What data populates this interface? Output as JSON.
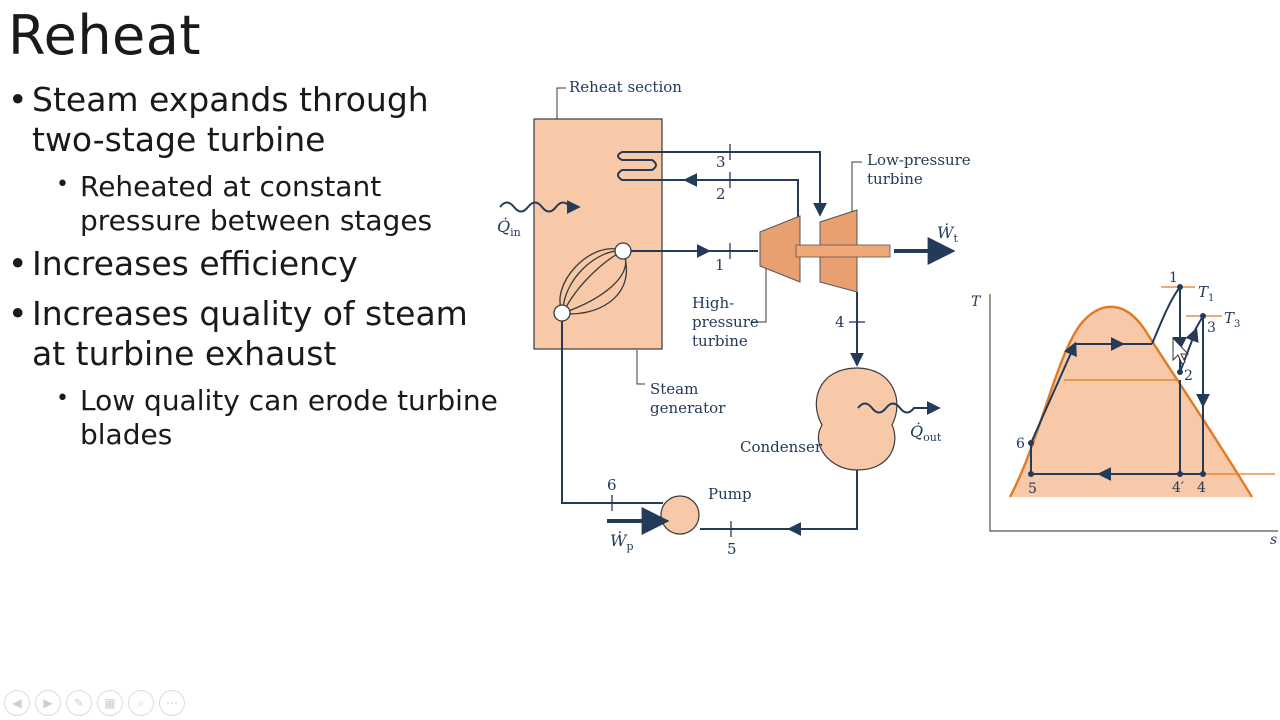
{
  "slide": {
    "title": "Reheat",
    "bullets": [
      {
        "text": "Steam expands through two-stage turbine",
        "sub": [
          "Reheated at constant pressure between stages"
        ]
      },
      {
        "text": "Increases efficiency",
        "sub": []
      },
      {
        "text": "Increases quality of steam at turbine exhaust",
        "sub": [
          "Low quality can erode turbine blades"
        ]
      }
    ]
  },
  "schematic": {
    "reheat_section": "Reheat section",
    "steam_generator": [
      "Steam",
      "generator"
    ],
    "hp_turbine": [
      "High-",
      "pressure",
      "turbine"
    ],
    "lp_turbine": [
      "Low-pressure",
      "turbine"
    ],
    "condenser": "Condenser",
    "pump": "Pump",
    "q_in": "Q̇",
    "q_in_sub": "in",
    "q_out": "Q̇",
    "q_out_sub": "out",
    "w_t": "Ẇ",
    "w_t_sub": "t",
    "w_p": "Ẇ",
    "w_p_sub": "p",
    "states": [
      "1",
      "2",
      "3",
      "4",
      "5",
      "6"
    ]
  },
  "ts_diagram": {
    "axis_t": "T",
    "axis_s": "s",
    "t1": "T",
    "t1_sub": "1",
    "t3": "T",
    "t3_sub": "3",
    "points": [
      "1",
      "2",
      "3",
      "4",
      "4′",
      "5",
      "6"
    ]
  },
  "colors": {
    "fill": "#f8c9a8",
    "stroke": "#233a58",
    "dome": "#e07b25"
  },
  "controls": [
    "prev-icon",
    "next-icon",
    "pen-icon",
    "slides-icon",
    "zoom-icon",
    "more-icon"
  ]
}
